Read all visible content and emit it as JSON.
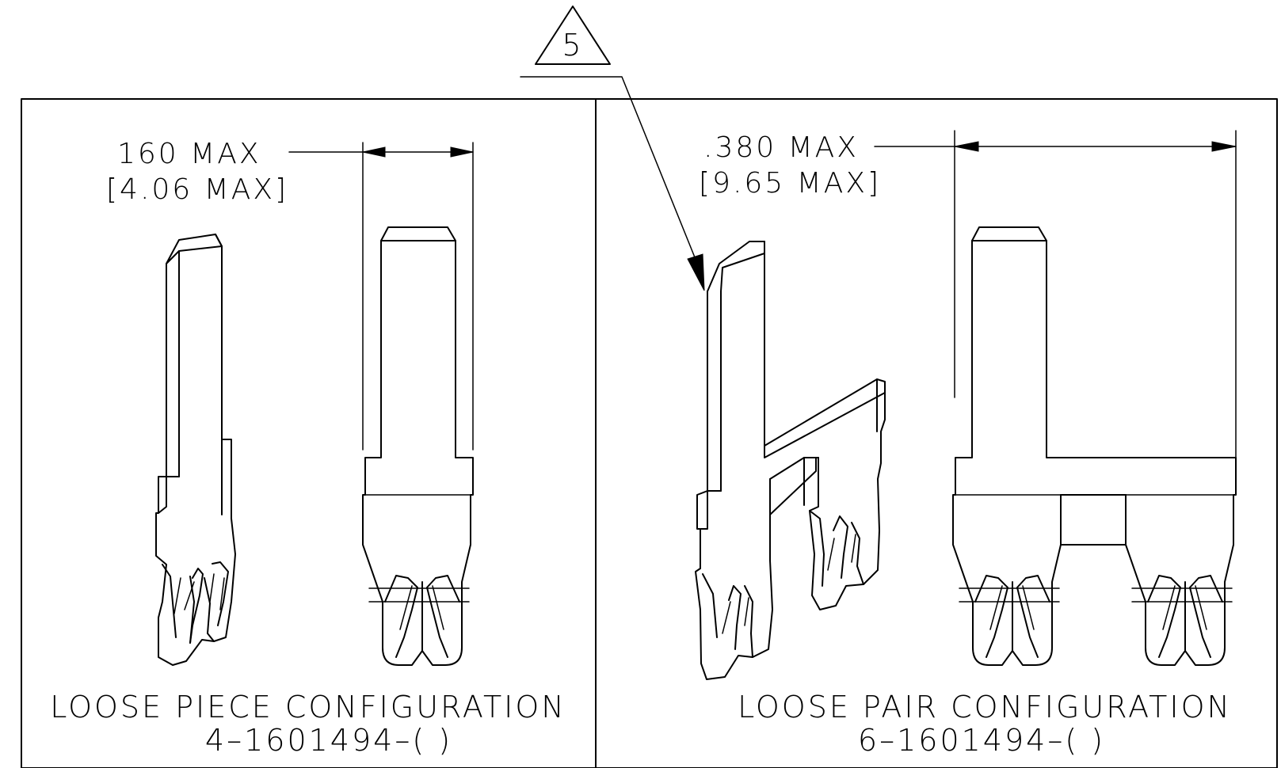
{
  "callout": {
    "number": "5"
  },
  "left_panel": {
    "dimension": {
      "inch": "160 MAX",
      "mm": "[4.06 MAX]"
    },
    "caption": {
      "title": "LOOSE PIECE CONFIGURATION",
      "part_number": "4–1601494–( )"
    }
  },
  "right_panel": {
    "dimension": {
      "inch": ".380 MAX",
      "mm": "[9.65 MAX]"
    },
    "caption": {
      "title": "LOOSE PAIR CONFIGURATION",
      "part_number": "6–1601494–( )"
    }
  }
}
